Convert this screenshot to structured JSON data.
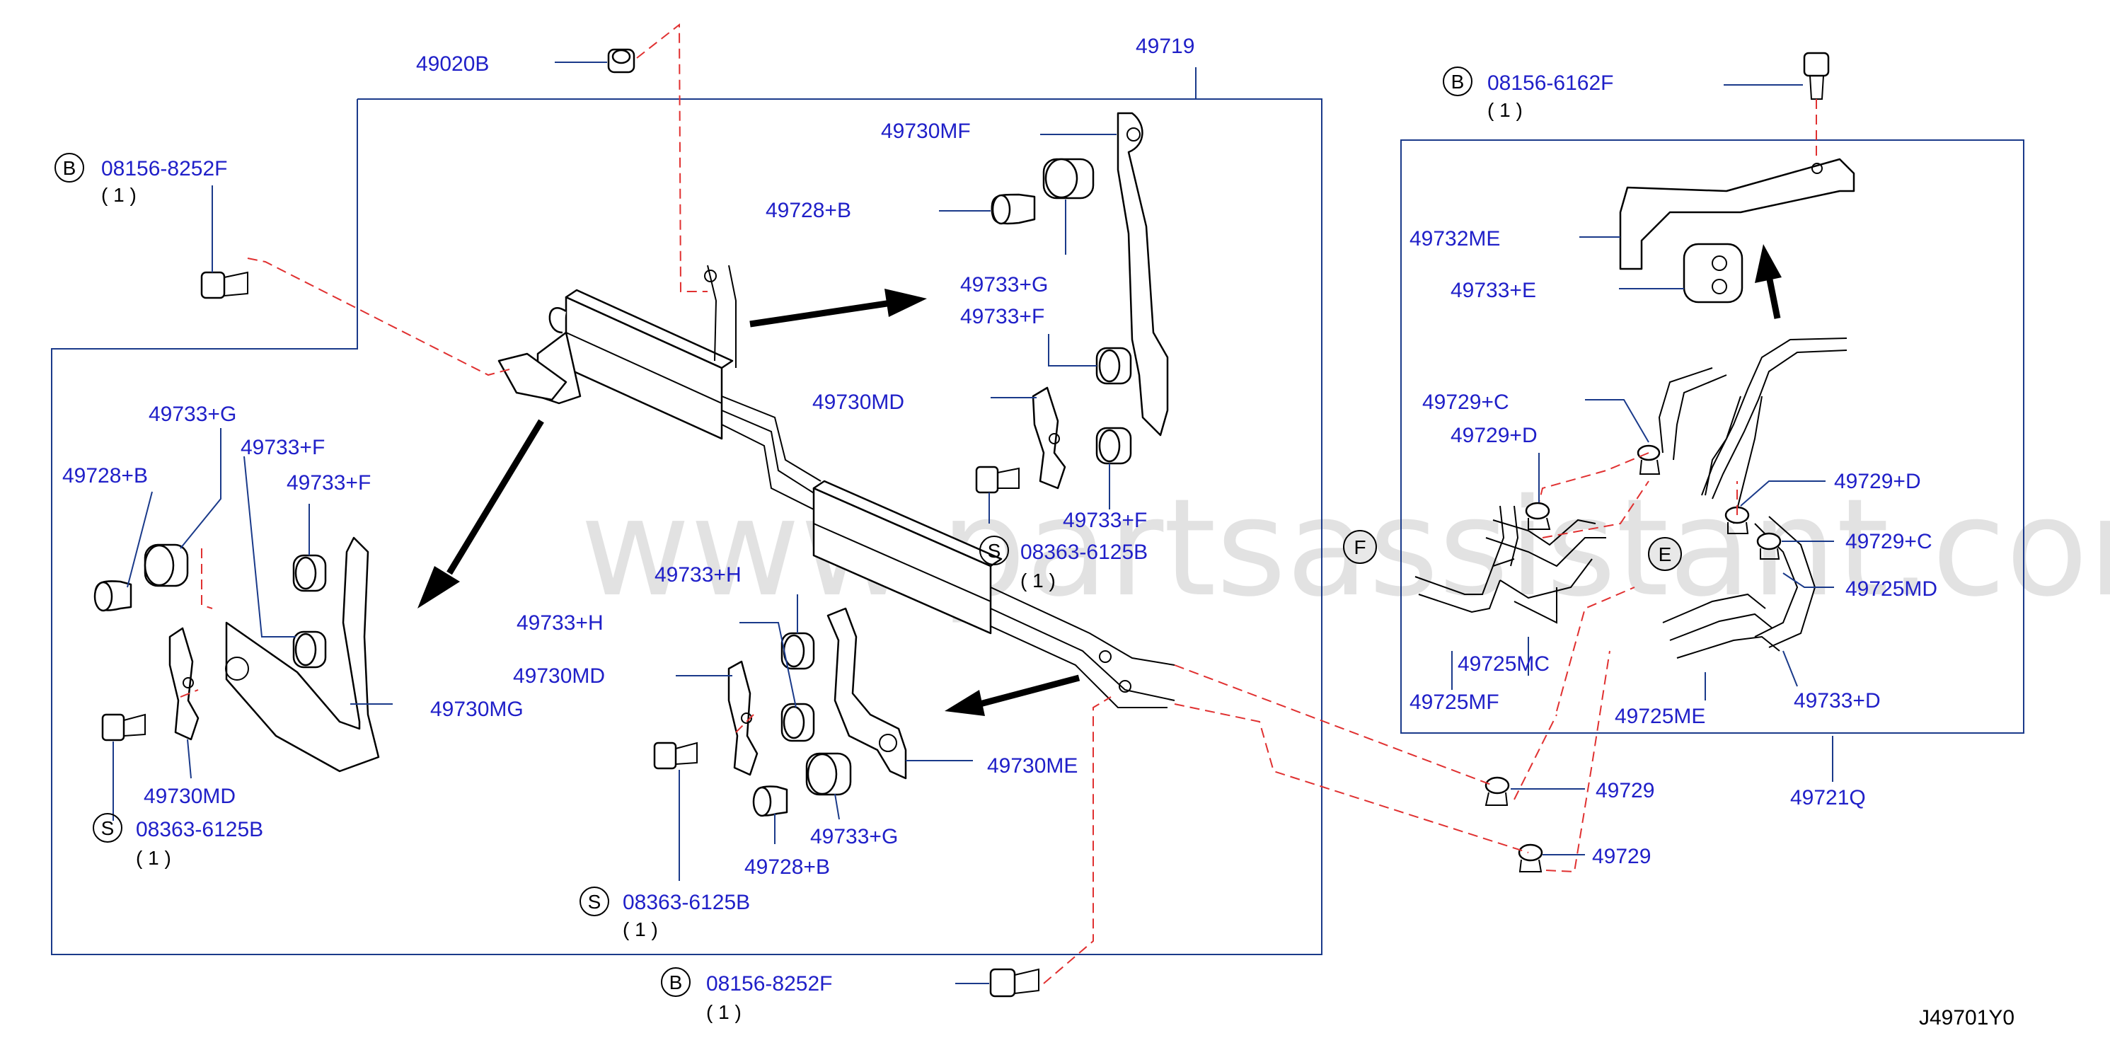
{
  "diagram_code": "J49701Y0",
  "watermark": "www.partsassistant.com",
  "callouts": {
    "c_49020B": "49020B",
    "c_49719": "49719",
    "c_b1_code": "08156-8252F",
    "c_b1_qty": "( 1 )",
    "c_49730MF": "49730MF",
    "c_49728B_top": "49728+B",
    "c_49733G_top": "49733+G",
    "c_49733F_top": "49733+F",
    "c_49730MD_mid": "49730MD",
    "c_49733F_mid": "49733+F",
    "c_s1_code": "08363-6125B",
    "c_s1_qty": "( 1 )",
    "c_49733G_left": "49733+G",
    "c_49733F_left1": "49733+F",
    "c_49733F_left2": "49733+F",
    "c_49728B_left": "49728+B",
    "c_49730MG": "49730MG",
    "c_49730MD_left": "49730MD",
    "c_s2_code": "08363-6125B",
    "c_s2_qty": "( 1 )",
    "c_49733H_1": "49733+H",
    "c_49733H_2": "49733+H",
    "c_49730MD_low": "49730MD",
    "c_49730ME": "49730ME",
    "c_49733G_low": "49733+G",
    "c_49728B_low": "49728+B",
    "c_s3_code": "08363-6125B",
    "c_s3_qty": "( 1 )",
    "c_b2_code": "08156-8252F",
    "c_b2_qty": "( 1 )",
    "c_b3_code": "08156-6162F",
    "c_b3_qty": "( 1 )",
    "c_49732ME": "49732ME",
    "c_49733E": "49733+E",
    "c_49729C_1": "49729+C",
    "c_49729D_1": "49729+D",
    "c_49729D_2": "49729+D",
    "c_49729C_2": "49729+C",
    "c_49725MD": "49725MD",
    "c_49725MC": "49725MC",
    "c_49725MF": "49725MF",
    "c_49725ME": "49725ME",
    "c_49733D": "49733+D",
    "c_49729_1": "49729",
    "c_49729_2": "49729",
    "c_49721Q": "49721Q"
  },
  "markers": {
    "bolt": "B",
    "screw": "S",
    "ref_f": "F",
    "ref_e": "E"
  },
  "colors": {
    "label_blue": "#1f1fc8",
    "leader_blue": "#1a3a8a",
    "dash_red": "#e03030"
  }
}
